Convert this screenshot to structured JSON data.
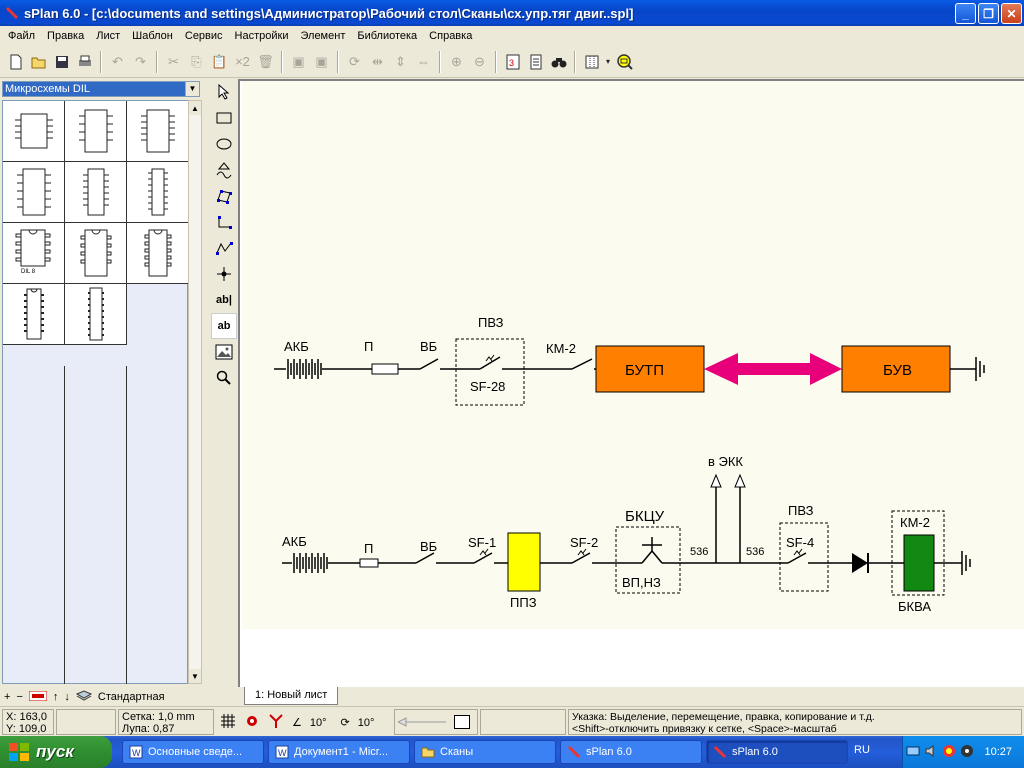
{
  "window": {
    "title": "sPlan 6.0 - [c:\\documents and settings\\Администратор\\Рабочий стол\\Сканы\\сх.упр.тяг двиг..spl]"
  },
  "menu": [
    "Файл",
    "Правка",
    "Лист",
    "Шаблон",
    "Сервис",
    "Настройки",
    "Элемент",
    "Библиотека",
    "Справка"
  ],
  "library": {
    "selected": "Микросхемы DIL",
    "cell_labels": [
      "DIL 8"
    ],
    "footer_label": "Стандартная"
  },
  "toolbox": {
    "text_tool_1": "ab|",
    "text_tool_2": "ab"
  },
  "diagram": {
    "row1": {
      "akb": "АКБ",
      "p": "П",
      "vb": "ВБ",
      "pvz": "ПВЗ",
      "sf28": "SF-28",
      "km2": "КМ-2",
      "butp": "БУТП",
      "buv": "БУВ"
    },
    "row2": {
      "akb": "АКБ",
      "p": "П",
      "vb": "ВБ",
      "sf1": "SF-1",
      "ppz": "ППЗ",
      "sf2": "SF-2",
      "bkcu": "БКЦУ",
      "vpnz": "ВП,НЗ",
      "v_ekk": "в ЭКК",
      "w536a": "536",
      "w536b": "536",
      "pvz": "ПВЗ",
      "sf4": "SF-4",
      "km2": "КМ-2",
      "bkva": "БКВА"
    },
    "colors": {
      "orange_block": "#ff8000",
      "arrow": "#e8007a",
      "yellow_block": "#ffff00",
      "green_block": "#118811"
    }
  },
  "tabs": [
    "1: Новый лист"
  ],
  "status": {
    "x": "X: 163,0",
    "y": "Y: 109,0",
    "grid": "Сетка:  1,0 mm",
    "zoom": "Лупа:  0,87",
    "angle1": "10°",
    "angle2": "10°",
    "hint1": "Указка: Выделение, перемещение, правка, копирование и т.д.",
    "hint2": "<Shift>-отключить привязку к сетке, <Space>-масштаб"
  },
  "taskbar": {
    "start": "пуск",
    "items": [
      "Основные сведе...",
      "Документ1 - Micr...",
      "Сканы",
      "sPlan 6.0",
      "sPlan 6.0"
    ],
    "lang": "RU",
    "clock": "10:27"
  }
}
